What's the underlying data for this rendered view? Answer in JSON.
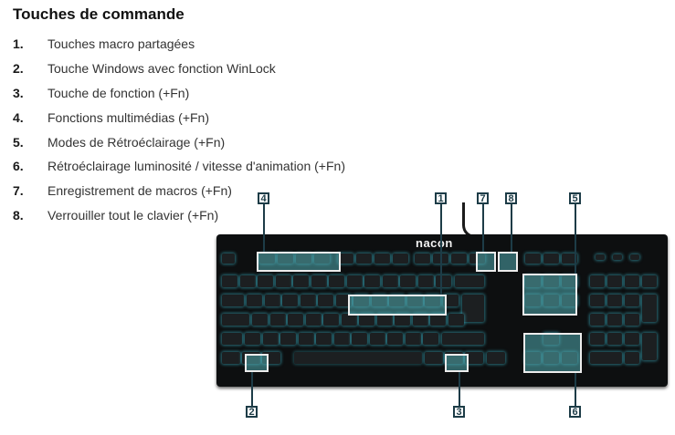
{
  "title": "Touches de commande",
  "items": [
    {
      "num": "1.",
      "text": "Touches macro partagées"
    },
    {
      "num": "2.",
      "text": "Touche Windows avec fonction WinLock"
    },
    {
      "num": "3.",
      "text": "Touche de fonction (+Fn)"
    },
    {
      "num": "4.",
      "text": "Fonctions multimédias (+Fn)"
    },
    {
      "num": "5.",
      "text": "Modes de Rétroéclairage (+Fn)"
    },
    {
      "num": "6.",
      "text": "Rétroéclairage luminosité / vitesse d'animation (+Fn)"
    },
    {
      "num": "7.",
      "text": "Enregistrement de macros (+Fn)"
    },
    {
      "num": "8.",
      "text": "Verrouiller tout le clavier (+Fn)"
    }
  ],
  "keyboard": {
    "logo": "nacon",
    "callouts": [
      "1",
      "2",
      "3",
      "4",
      "5",
      "6",
      "7",
      "8"
    ]
  }
}
